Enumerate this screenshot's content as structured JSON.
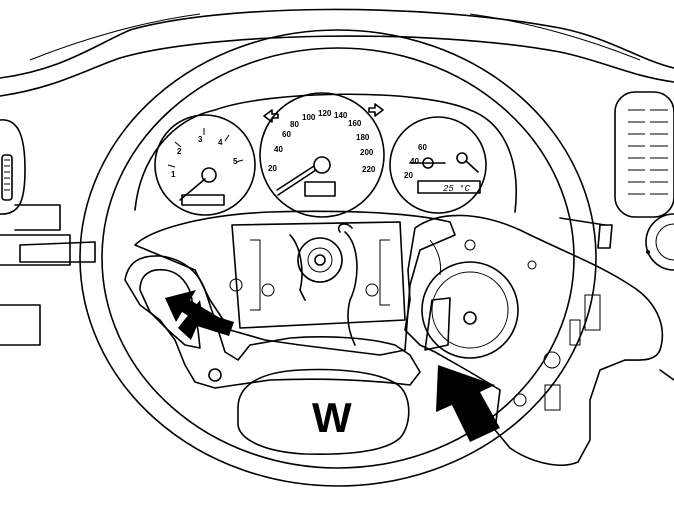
{
  "rpm_gauge": {
    "ticks": [
      "1",
      "2",
      "3",
      "4",
      "5"
    ]
  },
  "speed_gauge": {
    "ticks": [
      "20",
      "40",
      "60",
      "80",
      "100",
      "120",
      "140",
      "160",
      "180",
      "200",
      "220"
    ]
  },
  "temp_gauge": {
    "ticks": [
      "60",
      "40",
      "20"
    ]
  },
  "display": {
    "value": "25 °C"
  },
  "airbag_label": "W",
  "colors": {
    "line": "#000000",
    "background": "#ffffff",
    "arrow": "#000000"
  }
}
